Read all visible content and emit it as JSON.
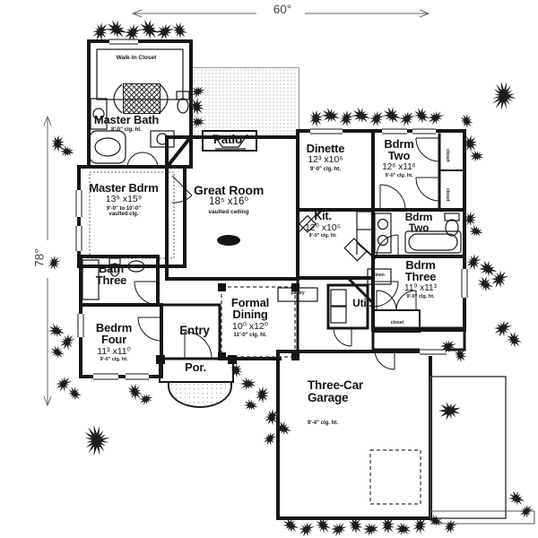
{
  "plan": {
    "width_label": "60°",
    "height_label": "78°"
  },
  "rooms": {
    "walk_in_closet": {
      "name": "Walk-In Closet"
    },
    "master_bath": {
      "name": "Master Bath",
      "ceiling": "8'-0\" clg. ht."
    },
    "master_bdrm": {
      "name": "Master Bdrm",
      "size": "13⁹ x15⁹",
      "ceiling": "9'-0\" to 10'-0\"",
      "ceiling2": "vaulted clg."
    },
    "patio": {
      "name": "Patio"
    },
    "great_room": {
      "name": "Great Room",
      "size": "18⁵ x16⁰",
      "ceiling": "vaulted ceiling"
    },
    "dinette": {
      "name": "Dinette",
      "size": "12³ x10⁶",
      "ceiling": "9'-0\" clg. ht."
    },
    "bdrm_two": {
      "name": "Bdrm Two",
      "size": "12⁶ x11⁶",
      "ceiling": "9'-0\" clg. ht."
    },
    "bath_two": {
      "name": "Bdrm Two"
    },
    "kitchen": {
      "name": "Kit.",
      "size": "12⁰ x10⁵",
      "ceiling": "9'-0\" clg. ht."
    },
    "bdrm_three": {
      "name": "Bdrm Three",
      "size": "11⁰ x11³",
      "ceiling": "9'-0\" clg. ht."
    },
    "bath_three": {
      "name": "Bath Three"
    },
    "bedrm_four": {
      "name": "Bedrm Four",
      "size": "11³ x11⁰",
      "ceiling": "9'-0\" clg. ht."
    },
    "entry": {
      "name": "Entry"
    },
    "formal_dining": {
      "name": "Formal Dining",
      "size": "10⁰ x12⁰",
      "ceiling": "11'-0\" clg. ht."
    },
    "utility": {
      "name": "Util."
    },
    "porch": {
      "name": "Por."
    },
    "garage": {
      "name": "Three-Car Garage",
      "ceiling": "9'-4\" clg. ht."
    }
  },
  "small_labels": {
    "closet_a": "closet",
    "closet_b": "closet",
    "closet_c": "closet",
    "pantry": "pantry",
    "linen": "linen"
  },
  "colors": {
    "ink": "#161616",
    "dimension": "#555555",
    "stipple": "#8c8c8c",
    "paper": "#ffffff"
  }
}
